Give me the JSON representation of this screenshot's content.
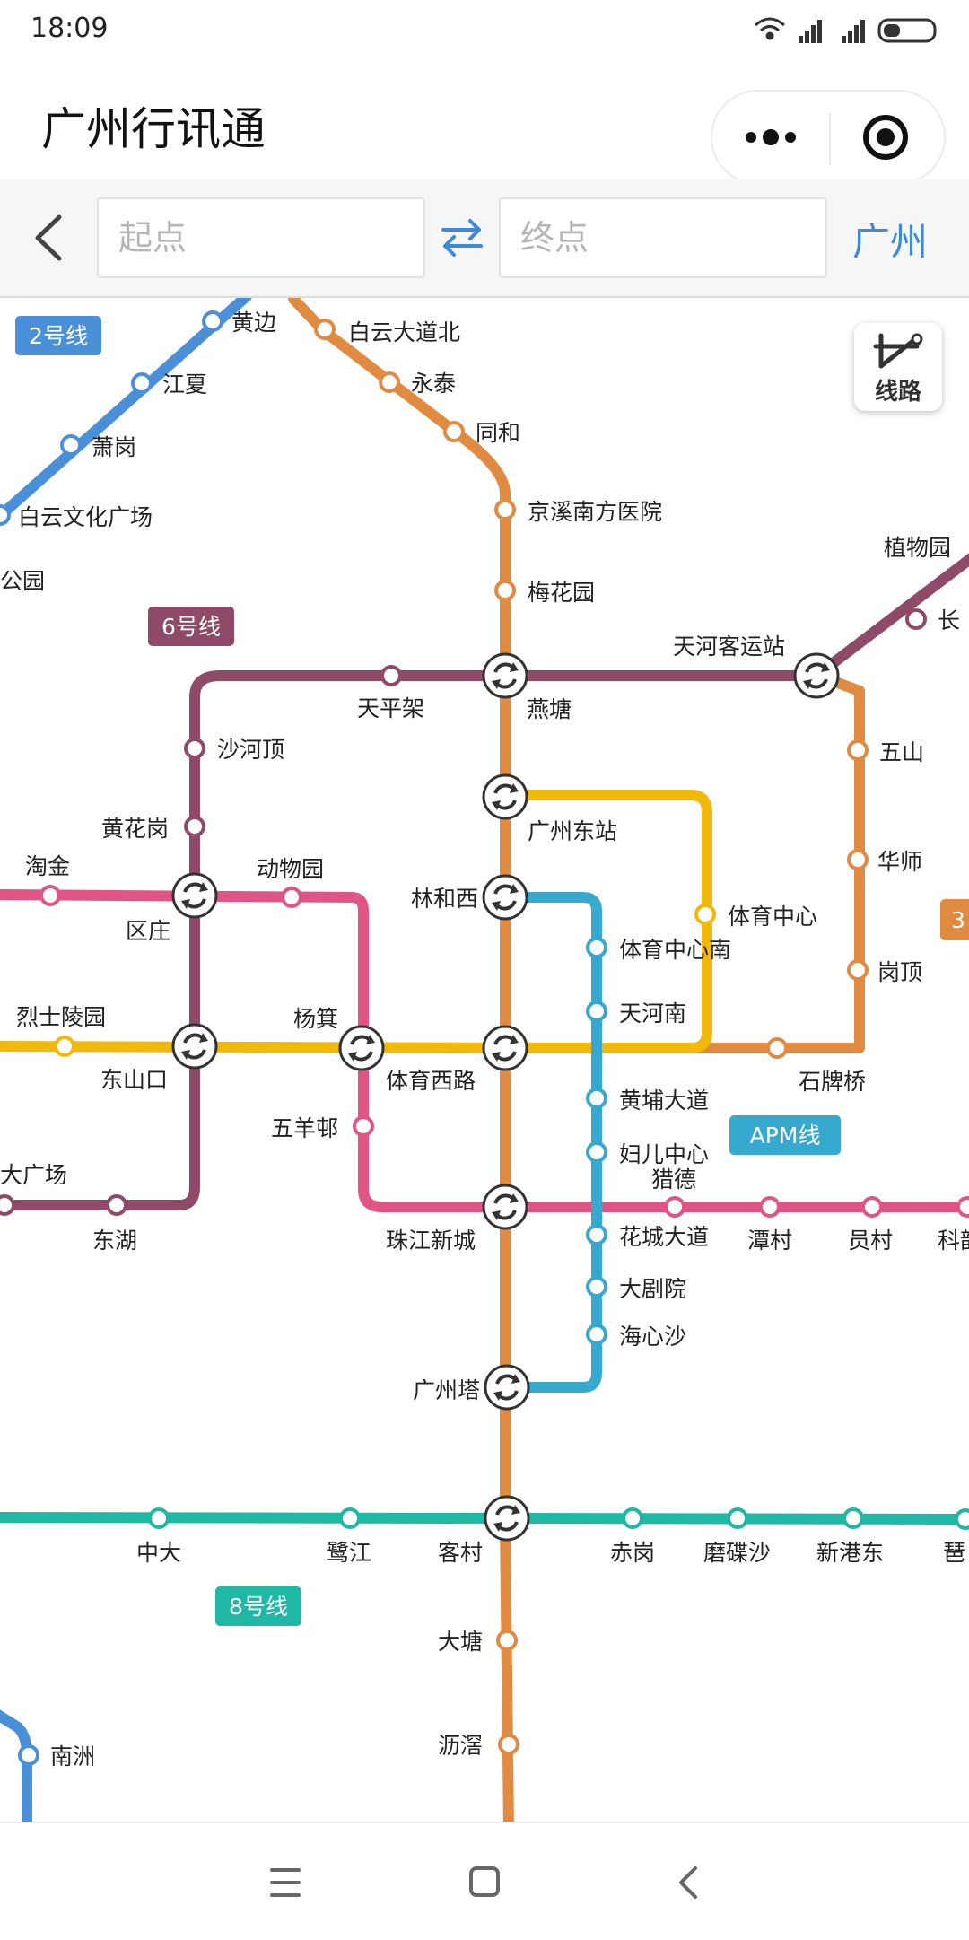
{
  "status_bar": {
    "time": "18:09",
    "icons": [
      "wifi-icon",
      "signal-icon",
      "signal-icon",
      "battery-icon"
    ]
  },
  "app": {
    "title": "广州行讯通",
    "menu_icon": "more-dots-icon",
    "close_icon": "target-icon"
  },
  "search": {
    "start_placeholder": "起点",
    "end_placeholder": "终点",
    "city": "广州",
    "swap_icon": "swap-icon"
  },
  "map": {
    "route_button_label": "线路",
    "line_tags": {
      "line2": "2号线",
      "line6": "6号线",
      "apm": "APM线",
      "line8": "8号线",
      "line3": "3"
    },
    "colors": {
      "line2": "#4a90d9",
      "line3": "#e08a42",
      "line6": "#8e4a67",
      "line3_branch": "#e08a42",
      "line1": "#f0b90b",
      "line5": "#e05585",
      "apm": "#37a9cf",
      "line8": "#1fb8a5"
    },
    "stations": [
      "黄边",
      "白云大道北",
      "江夏",
      "永泰",
      "萧岗",
      "同和",
      "白云文化广场",
      "京溪南方医院",
      "公园",
      "梅花园",
      "植物园",
      "长",
      "天河客运站",
      "天平架",
      "燕塘",
      "沙河顶",
      "五山",
      "广州东站",
      "黄花岗",
      "华师",
      "淘金",
      "动物园",
      "林和西",
      "体育中心",
      "区庄",
      "体育中心南",
      "岗顶",
      "烈士陵园",
      "杨箕",
      "天河南",
      "东山口",
      "体育西路",
      "石牌桥",
      "黄埔大道",
      "五羊邨",
      "妇儿中心",
      "猎德",
      "大广场",
      "东湖",
      "珠江新城",
      "花城大道",
      "潭村",
      "员村",
      "科韵",
      "大剧院",
      "海心沙",
      "广州塔",
      "中大",
      "鹭江",
      "客村",
      "赤岗",
      "磨碟沙",
      "新港东",
      "琶",
      "大塘",
      "沥滘",
      "南洲"
    ]
  },
  "nav_bar": {
    "icons": [
      "menu-icon",
      "home-icon",
      "back-icon"
    ]
  }
}
